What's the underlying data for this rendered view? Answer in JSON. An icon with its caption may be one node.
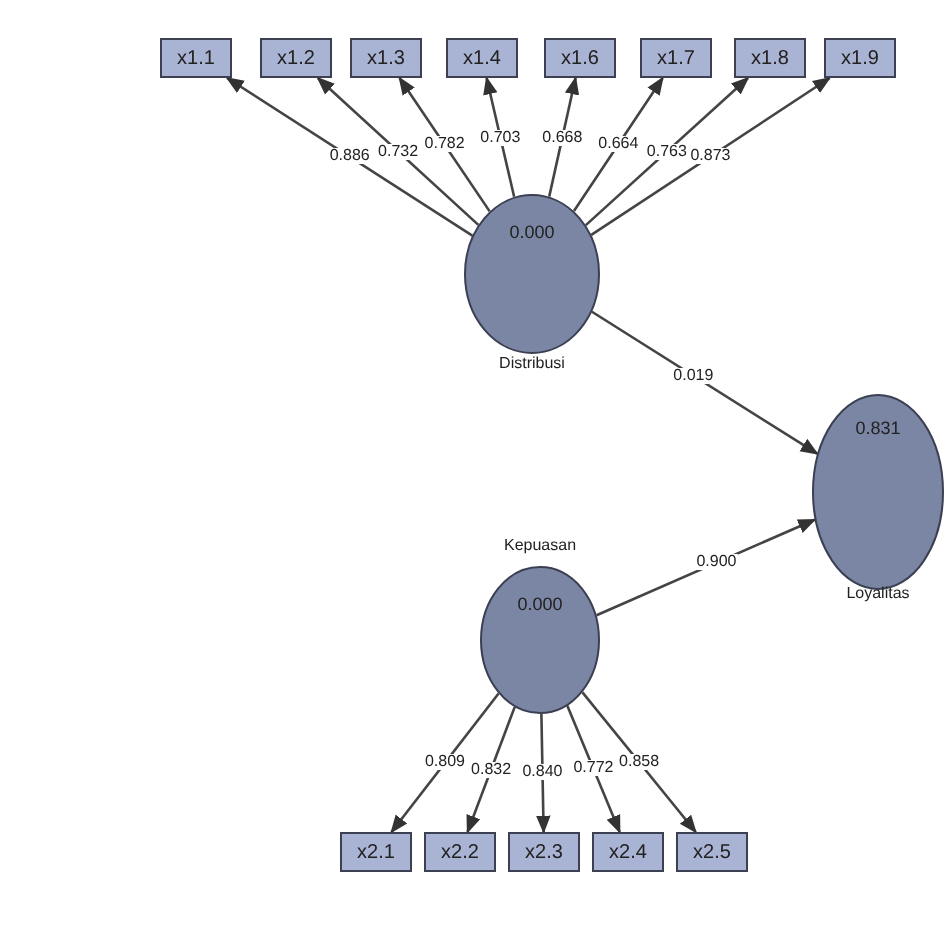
{
  "diagram": {
    "nodes": [
      {
        "text": [
          "x1.1"
        ]
      },
      {
        "text": [
          "x1.2"
        ]
      },
      {
        "text": [
          "x1.3"
        ]
      },
      {
        "text": [
          "x1.4"
        ]
      },
      {
        "text": [
          "x1.6"
        ]
      },
      {
        "text": [
          "x1.7"
        ]
      },
      {
        "text": [
          "x1.8"
        ]
      },
      {
        "text": [
          "x1.9"
        ]
      },
      {
        "text": [
          "0.000"
        ],
        "beside": [
          "Distribusi"
        ]
      },
      {
        "text": [
          "0.831"
        ],
        "beside": [
          "Loyalitas"
        ]
      },
      {
        "text": [
          "0.000"
        ],
        "beside": [
          "Kepuasan"
        ]
      },
      {
        "text": [
          "x2.1"
        ]
      },
      {
        "text": [
          "x2.2"
        ]
      },
      {
        "text": [
          "x2.3"
        ]
      },
      {
        "text": [
          "x2.4"
        ]
      },
      {
        "text": [
          "x2.5"
        ]
      }
    ],
    "edges": [
      {
        "from": 8,
        "to": 0,
        "arrow": "to",
        "label": "0.886"
      },
      {
        "from": 8,
        "to": 1,
        "arrow": "to",
        "label": "0.732"
      },
      {
        "from": 8,
        "to": 2,
        "arrow": "to",
        "label": "0.782"
      },
      {
        "from": 8,
        "to": 3,
        "arrow": "to",
        "label": "0.703"
      },
      {
        "from": 8,
        "to": 4,
        "arrow": "to",
        "label": "0.668"
      },
      {
        "from": 8,
        "to": 5,
        "arrow": "to",
        "label": "0.664"
      },
      {
        "from": 8,
        "to": 6,
        "arrow": "to",
        "label": "0.763"
      },
      {
        "from": 8,
        "to": 7,
        "arrow": "to",
        "label": "0.873"
      },
      {
        "from": 8,
        "to": 9,
        "arrow": "to",
        "label": "0.019"
      },
      {
        "from": 10,
        "to": 9,
        "arrow": "to",
        "label": "0.900"
      },
      {
        "from": 10,
        "to": 11,
        "arrow": "to",
        "label": "0.809"
      },
      {
        "from": 10,
        "to": 12,
        "arrow": "to",
        "label": "0.832"
      },
      {
        "from": 10,
        "to": 13,
        "arrow": "to",
        "label": "0.840"
      },
      {
        "from": 10,
        "to": 14,
        "arrow": "to",
        "label": "0.772"
      },
      {
        "from": 10,
        "to": 15,
        "arrow": "to",
        "label": "0.858"
      }
    ]
  }
}
